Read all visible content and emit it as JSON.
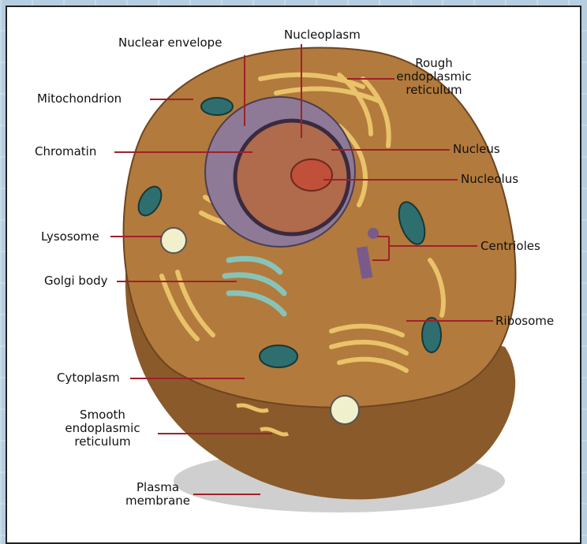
{
  "labels": {
    "nuclear_envelope": "Nuclear envelope",
    "nucleoplasm": "Nucleoplasm",
    "rough_er": "Rough\nendoplasmic\nreticulum",
    "mitochondrion": "Mitochondrion",
    "chromatin": "Chromatin",
    "nucleus": "Nucleus",
    "nucleolus": "Nucleolus",
    "lysosome": "Lysosome",
    "centrioles": "Centrioles",
    "golgi_body": "Golgi body",
    "ribosome": "Ribosome",
    "cytoplasm": "Cytoplasm",
    "smooth_er": "Smooth\nendoplasmic\nreticulum",
    "plasma_membrane": "Plasma\nmembrane"
  },
  "colors": {
    "cytoplasm": "#b27a3c",
    "cytoplasm_shadow": "#8f5c2a",
    "nuclear_envelope": "#8e7a96",
    "nucleoplasm": "#b06a4c",
    "nucleolus": "#c0503a",
    "rough_er": "#e9c26a",
    "mitochondrion": "#2f6e6e",
    "golgi": "#88c3b8",
    "lysosome": "#f1f0cc",
    "leader_line": "#a0202a"
  }
}
